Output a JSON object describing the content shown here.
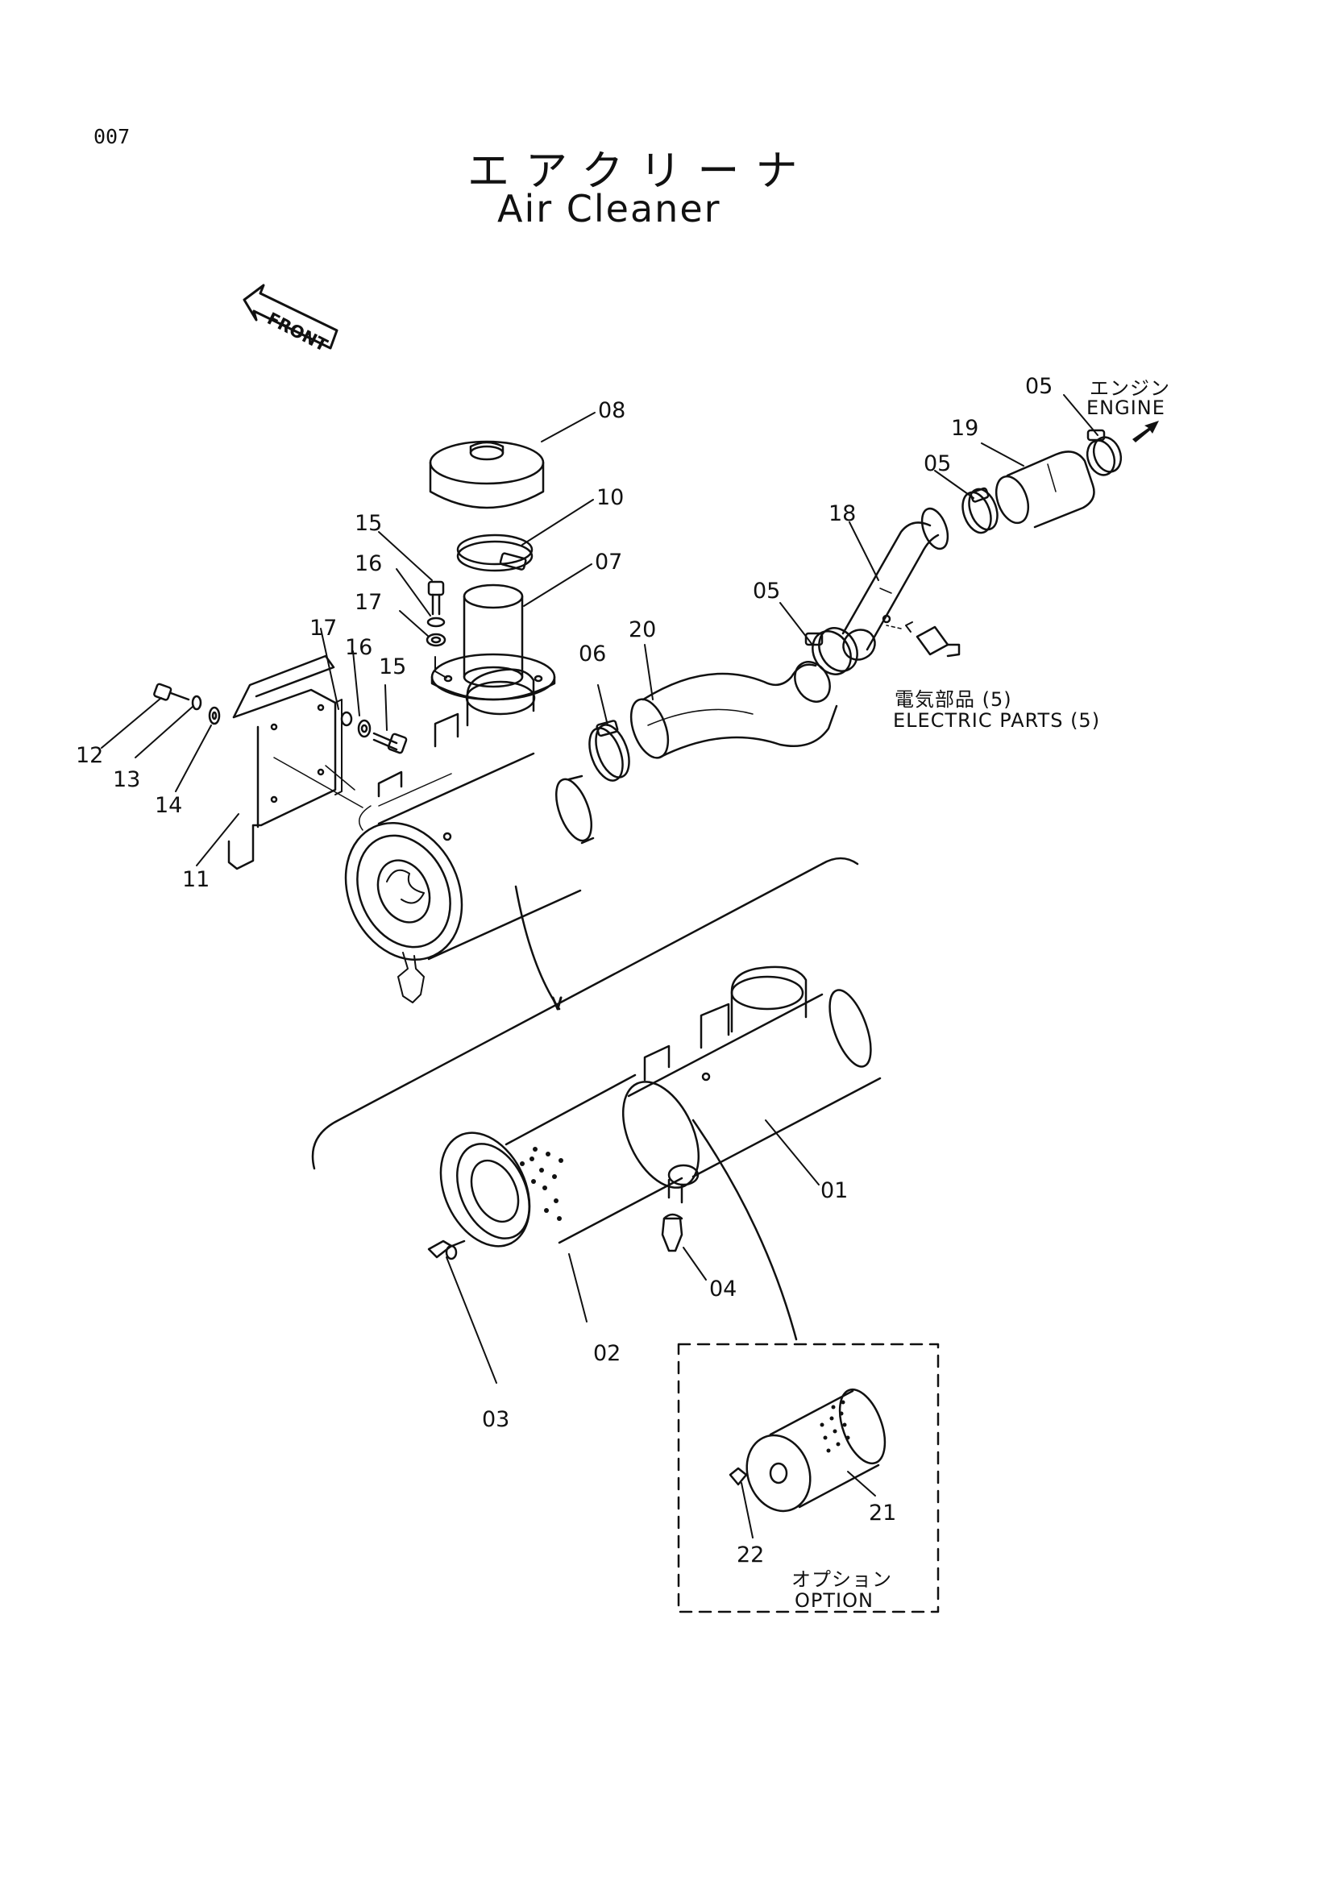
{
  "page_number": "007",
  "title_ja": "エアクリーナ",
  "title_en": "Air Cleaner",
  "front_arrow": "FRONT",
  "engine_ja": "エンジン",
  "engine_en": "ENGINE",
  "electric_ja": "電気部品 (5)",
  "electric_en": "ELECTRIC PARTS (5)",
  "option_ja": "オプション",
  "option_en": "OPTION",
  "callouts": {
    "c01": "01",
    "c02": "02",
    "c03": "03",
    "c04": "04",
    "c05a": "05",
    "c05b": "05",
    "c05c": "05",
    "c06": "06",
    "c07": "07",
    "c08": "08",
    "c10": "10",
    "c11": "11",
    "c12": "12",
    "c13": "13",
    "c14": "14",
    "c15a": "15",
    "c15b": "15",
    "c16a": "16",
    "c16b": "16",
    "c17a": "17",
    "c17b": "17",
    "c18": "18",
    "c19": "19",
    "c20": "20",
    "c21": "21",
    "c22": "22"
  }
}
